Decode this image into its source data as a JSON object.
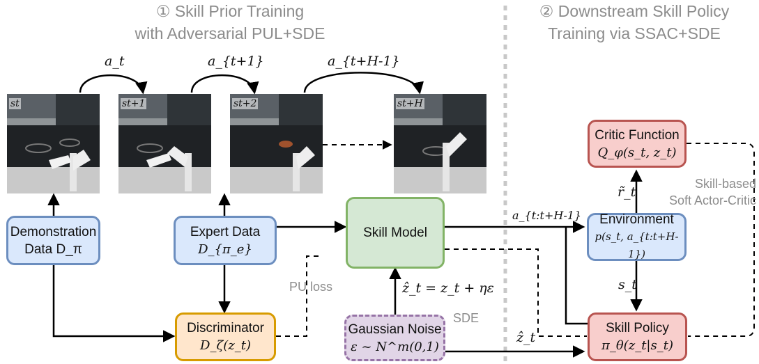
{
  "titles": {
    "left": {
      "line1": "① Skill Prior Training",
      "line2": "with Adversarial PUL+SDE"
    },
    "right": {
      "line1": "② Downstream Skill Policy",
      "line2": "Training via SSAC+SDE"
    }
  },
  "frames": [
    {
      "label": "s_t",
      "display": "st"
    },
    {
      "label": "s_{t+1}",
      "display": "st+1"
    },
    {
      "label": "s_{t+2}",
      "display": "st+2"
    },
    {
      "label": "s_{t+H}",
      "display": "st+H"
    }
  ],
  "actions": {
    "a1": "a_t",
    "a2": "a_{t+1}",
    "a3": "a_{t+H-1}"
  },
  "boxes": {
    "demo": {
      "line1": "Demonstration",
      "line2": "Data D_π"
    },
    "expert": {
      "line1": "Expert Data",
      "line2": "D_{π_e}"
    },
    "skill_model": {
      "line1": "Skill Model"
    },
    "discriminator": {
      "line1": "Discriminator",
      "line2": "D_ζ(z_t)"
    },
    "noise": {
      "line1": "Gaussian Noise",
      "line2": "ε ~ N^m(0,1)"
    },
    "critic": {
      "line1": "Critic Function",
      "line2": "Q_φ(s_t, z_t)"
    },
    "environment": {
      "line1": "Environment",
      "line2": "p(s_t, a_{t:t+H-1})"
    },
    "policy": {
      "line1": "Skill Policy",
      "line2": "π_θ(z_t|s_t)"
    }
  },
  "labels": {
    "pu_loss": "PU loss",
    "sde": "SDE",
    "zhat_eq": "ẑ_t = z_t + ηε",
    "zhat": "ẑ_t",
    "action_seq": "a_{t:t+H-1}",
    "reward": "r̃_t",
    "state": "s_t",
    "ssac_line1": "Skill-based",
    "ssac_line2": "Soft Actor-Critic"
  },
  "colors": {
    "blue_fill": "#dae8fc",
    "blue_border": "#6c8ebf",
    "green_fill": "#d5e8d4",
    "green_border": "#82b366",
    "orange_fill": "#ffe6cc",
    "orange_border": "#d79b00",
    "red_fill": "#f8cecc",
    "red_border": "#b85450",
    "purple_fill": "#e1d5e7",
    "purple_border": "#9673a6",
    "divider": "#c8c8c8",
    "title_gray": "#8c8c8c"
  }
}
